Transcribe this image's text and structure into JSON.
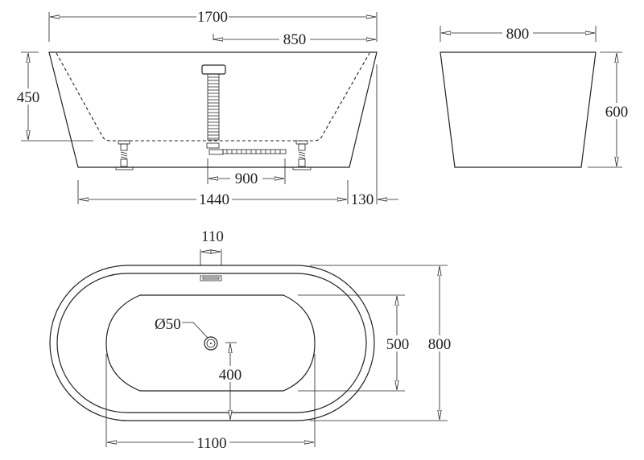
{
  "colors": {
    "line": "#222222",
    "background": "#ffffff"
  },
  "side_view": {
    "overall_length": "1700",
    "half_length": "850",
    "depth": "450",
    "drain_to_overflow": "900",
    "base_length": "1440",
    "overhang": "130"
  },
  "end_view": {
    "width": "800",
    "height": "600"
  },
  "top_view": {
    "overflow_width": "110",
    "drain_diameter": "Ø50",
    "drain_offset": "400",
    "basin_width": "500",
    "overall_width": "800",
    "basin_length": "1100"
  }
}
